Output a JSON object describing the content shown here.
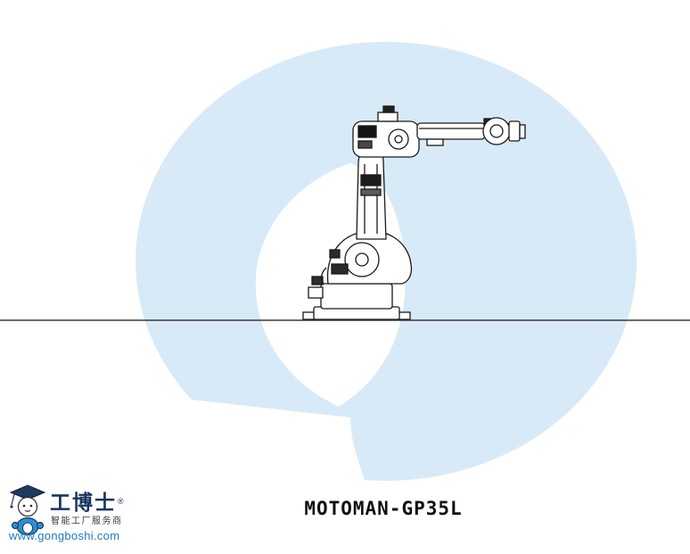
{
  "diagram": {
    "title": "MOTOMAN-GP35L"
  },
  "logo": {
    "brand": "工博士",
    "registered_mark": "®",
    "tagline": "智能工厂服务商",
    "website": "www.gongboshi.com"
  },
  "colors": {
    "envelope_fill": "#d8eaf7",
    "ground_line": "#3a3a3a",
    "robot_stroke": "#1a1a1a",
    "logo_primary_blue": "#2e8fd0",
    "logo_dark_navy": "#1d3a5f",
    "website_blue": "#1f7ac0"
  }
}
